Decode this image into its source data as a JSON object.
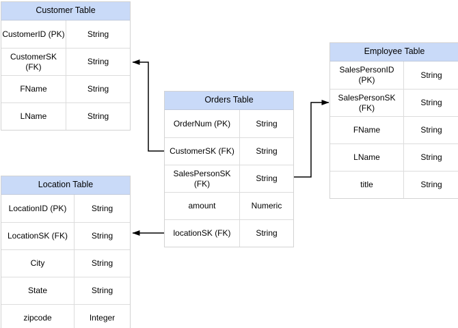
{
  "diagram": {
    "background_color": "#ffffff",
    "header_fill_color": "#c9daf8",
    "grid_line_color": "#dcdcdc",
    "connector_color": "#000000",
    "tables": {
      "customer": {
        "title": "Customer Table",
        "rows": [
          {
            "name": "CustomerID (PK)",
            "type": "String"
          },
          {
            "name": "CustomerSK\n(FK)",
            "type": "String"
          },
          {
            "name": "FName",
            "type": "String"
          },
          {
            "name": "LName",
            "type": "String"
          }
        ]
      },
      "orders": {
        "title": "Orders Table",
        "rows": [
          {
            "name": "OrderNum (PK)",
            "type": "String"
          },
          {
            "name": "CustomerSK (FK)",
            "type": "String"
          },
          {
            "name": "SalesPersonSK\n(FK)",
            "type": "String"
          },
          {
            "name": "amount",
            "type": "Numeric"
          },
          {
            "name": "locationSK (FK)",
            "type": "String"
          }
        ]
      },
      "employee": {
        "title": "Employee Table",
        "rows": [
          {
            "name": "SalesPersonID (PK)",
            "type": "String"
          },
          {
            "name": "SalesPersonSK\n(FK)",
            "type": "String"
          },
          {
            "name": "FName",
            "type": "String"
          },
          {
            "name": "LName",
            "type": "String"
          },
          {
            "name": "title",
            "type": "String"
          }
        ]
      },
      "location": {
        "title": "Location Table",
        "rows": [
          {
            "name": "LocationID (PK)",
            "type": "String"
          },
          {
            "name": "LocationSK (FK)",
            "type": "String"
          },
          {
            "name": "City",
            "type": "String"
          },
          {
            "name": "State",
            "type": "String"
          },
          {
            "name": "zipcode",
            "type": "Integer"
          }
        ]
      }
    },
    "connectors": [
      {
        "from": "Orders Table: CustomerSK (FK)",
        "to": "Customer Table: CustomerSK (FK)"
      },
      {
        "from": "Orders Table: SalesPersonSK (FK)",
        "to": "Employee Table: SalesPersonSK (FK)"
      },
      {
        "from": "Orders Table: locationSK (FK)",
        "to": "Location Table: LocationSK (FK)"
      }
    ]
  }
}
